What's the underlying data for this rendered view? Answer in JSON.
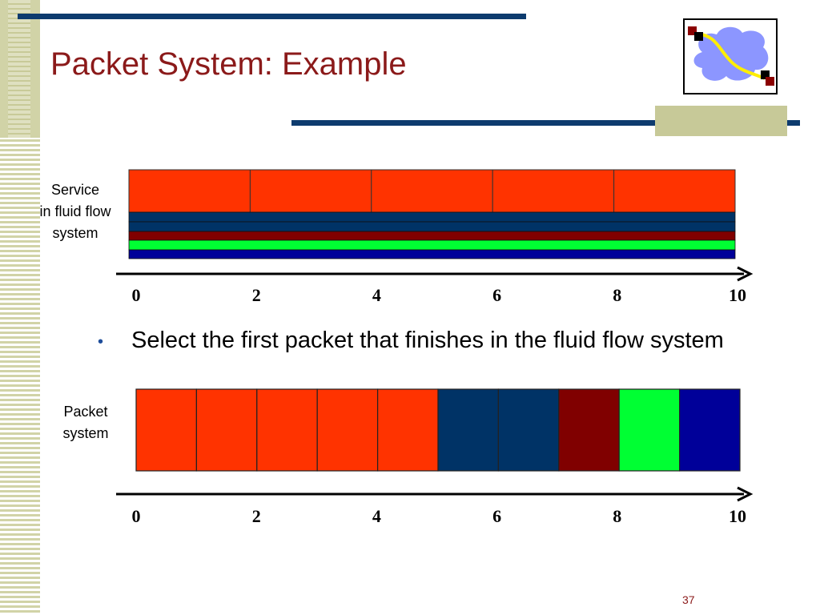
{
  "slide": {
    "title": "Packet System: Example",
    "bullet": "Select the first packet that finishes in the fluid flow system",
    "page_number": "37"
  },
  "labels": {
    "fluid": [
      "Service",
      "in fluid flow",
      "system"
    ],
    "packet": [
      "Packet",
      "system"
    ]
  },
  "colors": {
    "title": "#8b1a1a",
    "red_flow": "#ff3300",
    "dark_blue_flow": "#003366",
    "maroon_flow": "#800000",
    "green_flow": "#00ff33",
    "navy_flow": "#000099"
  },
  "icons": [
    "network-cloud-icon"
  ],
  "chart_data": [
    {
      "type": "bar",
      "xlim": [
        0,
        10
      ],
      "ticks": [
        0,
        2,
        4,
        6,
        8,
        10
      ],
      "segments": [
        {
          "color": "#ff3300",
          "start": 0,
          "end": 2,
          "share": "large"
        },
        {
          "color": "#ff3300",
          "start": 2,
          "end": 4,
          "share": "large"
        },
        {
          "color": "#ff3300",
          "start": 4,
          "end": 6,
          "share": "large"
        },
        {
          "color": "#ff3300",
          "start": 6,
          "end": 8,
          "share": "large"
        },
        {
          "color": "#ff3300",
          "start": 8,
          "end": 10,
          "share": "large"
        }
      ],
      "flows": [
        "#ff3300",
        "#003366",
        "#003366",
        "#800000",
        "#00ff33",
        "#000099"
      ]
    },
    {
      "type": "bar",
      "xlim": [
        0,
        10
      ],
      "ticks": [
        0,
        2,
        4,
        6,
        8,
        10
      ],
      "packets": [
        {
          "color": "#ff3300",
          "start": 0,
          "end": 1
        },
        {
          "color": "#ff3300",
          "start": 1,
          "end": 2
        },
        {
          "color": "#ff3300",
          "start": 2,
          "end": 3
        },
        {
          "color": "#ff3300",
          "start": 3,
          "end": 4
        },
        {
          "color": "#ff3300",
          "start": 4,
          "end": 5
        },
        {
          "color": "#003366",
          "start": 5,
          "end": 6
        },
        {
          "color": "#003366",
          "start": 6,
          "end": 7
        },
        {
          "color": "#800000",
          "start": 7,
          "end": 8
        },
        {
          "color": "#00ff33",
          "start": 8,
          "end": 9
        },
        {
          "color": "#000099",
          "start": 9,
          "end": 10
        }
      ]
    }
  ]
}
